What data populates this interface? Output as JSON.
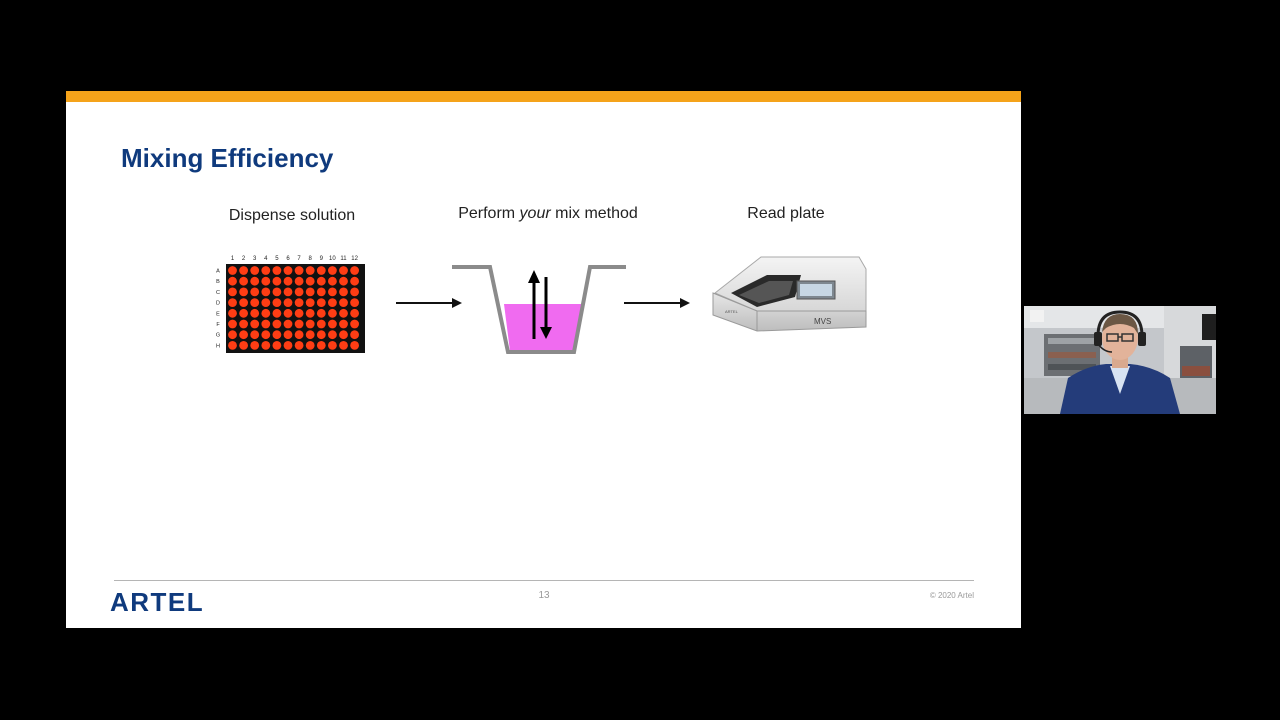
{
  "slide": {
    "title": "Mixing Efficiency",
    "steps": {
      "dispense": "Dispense solution",
      "mix_prefix": "Perform ",
      "mix_emphasis": "your",
      "mix_suffix": " mix method",
      "read": "Read plate"
    },
    "plate": {
      "columns": [
        "1",
        "2",
        "3",
        "4",
        "5",
        "6",
        "7",
        "8",
        "9",
        "10",
        "11",
        "12"
      ],
      "rows": [
        "A",
        "B",
        "C",
        "D",
        "E",
        "F",
        "G",
        "H"
      ]
    },
    "reader": {
      "label": "MVS",
      "brand": "ARTEL"
    },
    "logo": "ARTEL",
    "page_number": "13",
    "copyright": "© 2020 Artel"
  },
  "colors": {
    "accent": "#f5a31a",
    "title": "#0f3a7d",
    "well": "#ff3d14",
    "liquid": "#f06bf0"
  }
}
